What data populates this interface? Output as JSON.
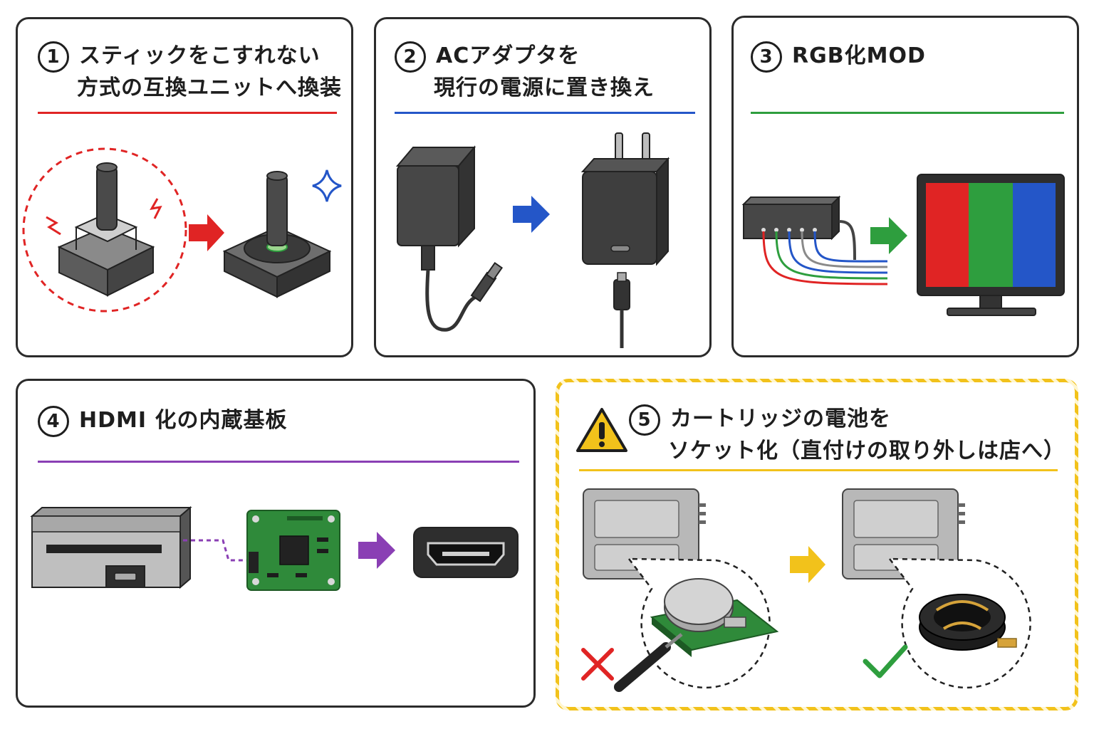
{
  "panels": [
    {
      "number": "1",
      "title_line1": "スティックをこすれない",
      "title_line2": "方式の互換ユニットへ換装",
      "color": "#e02424"
    },
    {
      "number": "2",
      "title_line1": "ACアダプタを",
      "title_line2": "現行の電源に置き換え",
      "color": "#2456c8"
    },
    {
      "number": "3",
      "title_line1": "RGB化MOD",
      "title_line2": "",
      "color": "#2e9e3e"
    },
    {
      "number": "4",
      "title_line1": "HDMI 化の内蔵基板",
      "title_line2": "",
      "color": "#8a3fb4"
    },
    {
      "number": "5",
      "title_line1": "カートリッジの電池を",
      "title_line2": "ソケット化（直付けの取り外しは店へ）",
      "color": "#f2c21b"
    }
  ],
  "icons": {
    "warning": "warning-triangle-icon",
    "bad": "cross-mark-icon",
    "good": "check-mark-icon",
    "sparkle": "sparkle-icon"
  },
  "colors": {
    "red": "#e02424",
    "blue": "#2456c8",
    "green": "#2e9e3e",
    "purple": "#8a3fb4",
    "yellow": "#f2c21b",
    "border": "#2b2b2b"
  }
}
